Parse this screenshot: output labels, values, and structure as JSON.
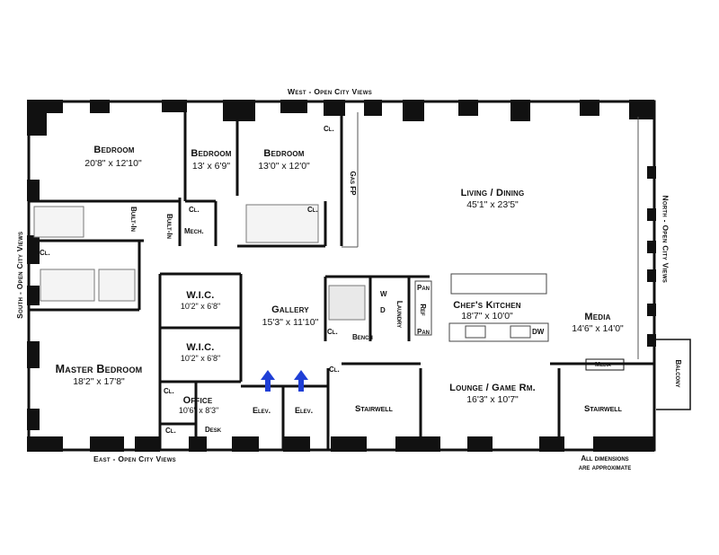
{
  "views": {
    "west": "West - Open City Views",
    "east": "East - Open City Views",
    "south": "South - Open City Views",
    "north": "North - Open City Views"
  },
  "rooms": {
    "bedroom1": {
      "name": "Bedroom",
      "dim": "20'8\" x 12'10\""
    },
    "bedroom2": {
      "name": "Bedroom",
      "dim": "13' x 6'9\""
    },
    "bedroom3": {
      "name": "Bedroom",
      "dim": "13'0\" x 12'0\""
    },
    "living": {
      "name": "Living / Dining",
      "dim": "45'1\" x 23'5\""
    },
    "gallery": {
      "name": "Gallery",
      "dim": "15'3\" x 11'10\""
    },
    "wic1": {
      "name": "W.I.C.",
      "dim": "10'2\" x 6'8\""
    },
    "wic2": {
      "name": "W.I.C.",
      "dim": "10'2\" x 6'8\""
    },
    "master": {
      "name": "Master Bedroom",
      "dim": "18'2\" x 17'8\""
    },
    "office": {
      "name": "Office",
      "dim": "10'6\" x 8'3\""
    },
    "kitchen": {
      "name": "Chef's Kitchen",
      "dim": "18'7\" x 10'0\""
    },
    "media": {
      "name": "Media",
      "dim": "14'6\" x 14'0\""
    },
    "lounge": {
      "name": "Lounge / Game Rm.",
      "dim": "16'3\" x 10'7\""
    }
  },
  "labels": {
    "closet": "Cl.",
    "built_in": "Built-In",
    "mech": "Mech.",
    "gas_fp": "Gas FP",
    "laundry": "Laundry",
    "w": "W",
    "d": "D",
    "pan": "Pan",
    "ref": "Ref",
    "dw": "DW",
    "bench": "Bench",
    "desk": "Desk",
    "elev": "Elev.",
    "stairwell": "Stairwell",
    "media_unit": "Media",
    "balcony": "Balcony"
  },
  "note": {
    "line1": "All dimensions",
    "line2": "are approximate"
  },
  "colors": {
    "wall": "#111111",
    "arrow": "#1f3fd6",
    "fixture": "#777777"
  }
}
